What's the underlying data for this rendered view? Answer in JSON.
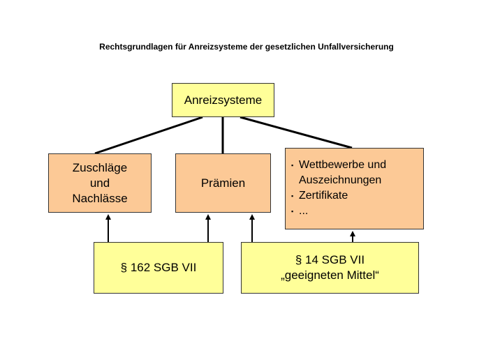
{
  "title": "Rechtsgrundlagen für Anreizsysteme der gesetzlichen Unfallversicherung",
  "root": "Anreizsysteme",
  "box1": {
    "line1": "Zuschläge",
    "line2": "und",
    "line3": "Nachlässe"
  },
  "box2": "Prämien",
  "box3": {
    "bullet": "▪",
    "items": [
      {
        "line1": "Wettbewerbe und",
        "line2": "Auszeichnungen"
      },
      {
        "line1": "Zertifikate"
      },
      {
        "line1": "..."
      }
    ]
  },
  "source1": "§ 162 SGB VII",
  "source2": {
    "line1": "§ 14 SGB VII",
    "line2": "„geeigneten Mittel“"
  }
}
